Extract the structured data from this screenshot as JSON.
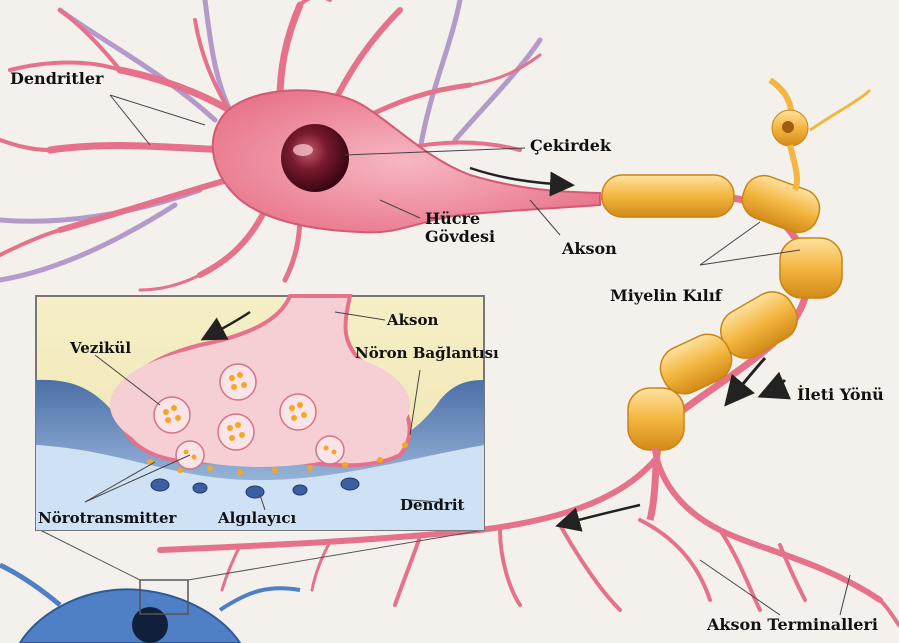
{
  "labels": {
    "dendritler": "Dendritler",
    "cekirdek": "Çekirdek",
    "hucre_govdesi_line1": "Hücre",
    "hucre_govdesi_line2": "Gövdesi",
    "akson_main": "Akson",
    "miyelin_kilif": "Miyelin Kılıf",
    "ileti_yonu": "İleti Yönü",
    "akson_terminalleri": "Akson Terminalleri",
    "inset_akson": "Akson",
    "vezikul": "Vezikül",
    "noron_baglantisi": "Nöron Bağlantısı",
    "dendrit": "Dendrit",
    "norotransmitter": "Nörotransmitter",
    "algilayici": "Algılayıcı"
  },
  "colors": {
    "neuron_body": "#e9738c",
    "neuron_fill": "#f2a7b5",
    "nucleus": "#5a0f1f",
    "myelin": "#f4b640",
    "myelin_dark": "#d8901a",
    "dendrite_purple": "#a98bc4",
    "inset_border": "#8a8a8a",
    "synapse_blue": "#7fa7d6",
    "neurotransmitter": "#f5a623",
    "background": "#f4f1ec"
  }
}
